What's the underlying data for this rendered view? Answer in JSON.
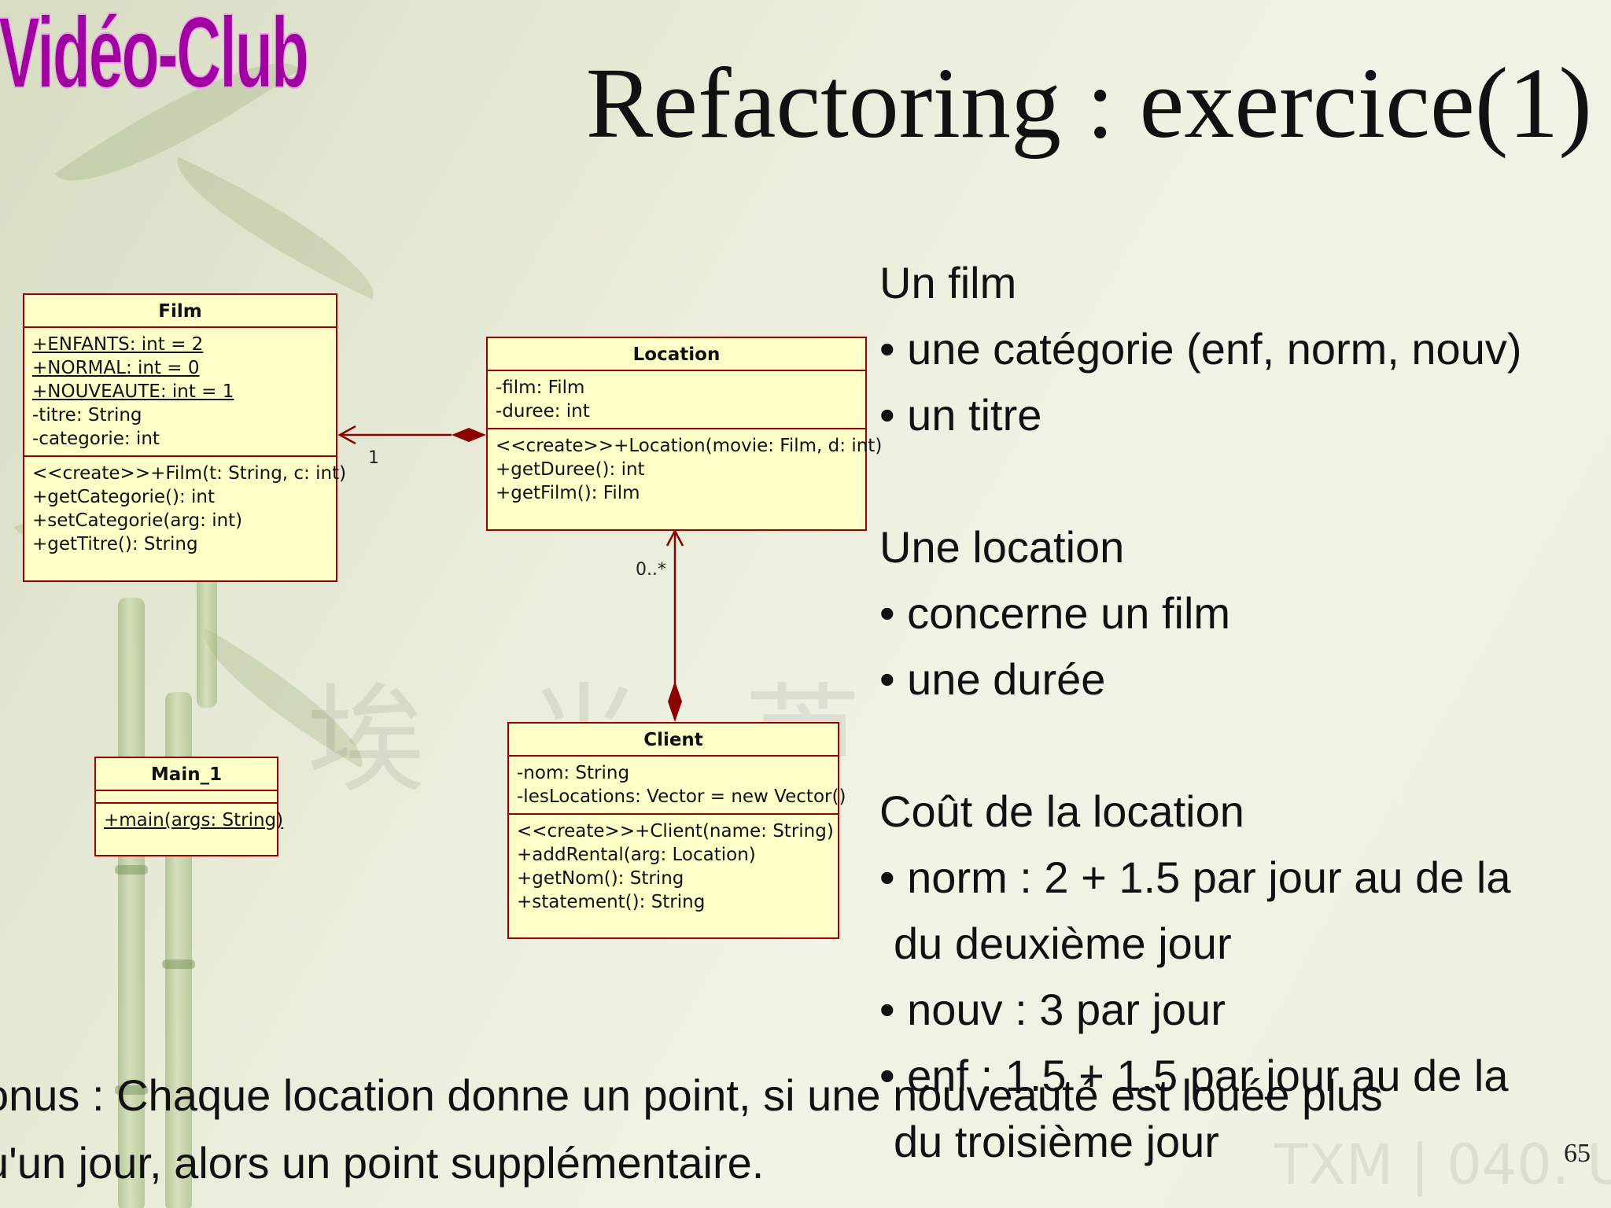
{
  "logo": "Vidéo-Club",
  "title": "Refactoring : exercice(1)",
  "diagram": {
    "classes": {
      "film": {
        "name": "Film",
        "attributes": [
          "+ENFANTS: int = 2",
          "+NORMAL: int = 0",
          "+NOUVEAUTE: int = 1",
          "-titre: String",
          "-categorie: int"
        ],
        "operations": [
          "<<create>>+Film(t: String, c: int)",
          "+getCategorie(): int",
          "+setCategorie(arg: int)",
          "+getTitre(): String"
        ]
      },
      "location": {
        "name": "Location",
        "attributes": [
          "-film: Film",
          "-duree: int"
        ],
        "operations": [
          "<<create>>+Location(movie: Film, d: int)",
          "+getDuree(): int",
          "+getFilm(): Film"
        ]
      },
      "client": {
        "name": "Client",
        "attributes": [
          "-nom: String",
          "-lesLocations: Vector = new Vector()"
        ],
        "operations": [
          "<<create>>+Client(name: String)",
          "+addRental(arg: Location)",
          "+getNom(): String",
          "+statement(): String"
        ]
      },
      "main": {
        "name": "Main_1",
        "operations": [
          "+main(args: String)"
        ]
      }
    },
    "multiplicities": {
      "film_location": "1",
      "location_client": "0..*"
    }
  },
  "notes": {
    "film_heading": "Un film",
    "film_bullets": [
      "• une catégorie (enf, norm, nouv)",
      "• un titre"
    ],
    "location_heading": "Une location",
    "location_bullets": [
      "• concerne un film",
      "• une durée"
    ],
    "cost_heading": "Coût de la location",
    "cost_lines": [
      "• norm : 2 + 1.5 par jour au de la",
      "du deuxième jour",
      "• nouv : 3 par jour",
      "• enf : 1.5 + 1.5 par jour au de la",
      "du troisième jour"
    ]
  },
  "bonus": [
    "onus : Chaque location donne un point, si une nouveauté est louée plus",
    "u'un jour, alors un point supplémentaire."
  ],
  "page_number": "65",
  "watermarks": {
    "glyphs": "埃 光 芦",
    "txm": "TXM | 040. U"
  },
  "colors": {
    "logo": "#a000a0",
    "uml_border": "#9a0000",
    "uml_fill": "#ffffc8"
  }
}
